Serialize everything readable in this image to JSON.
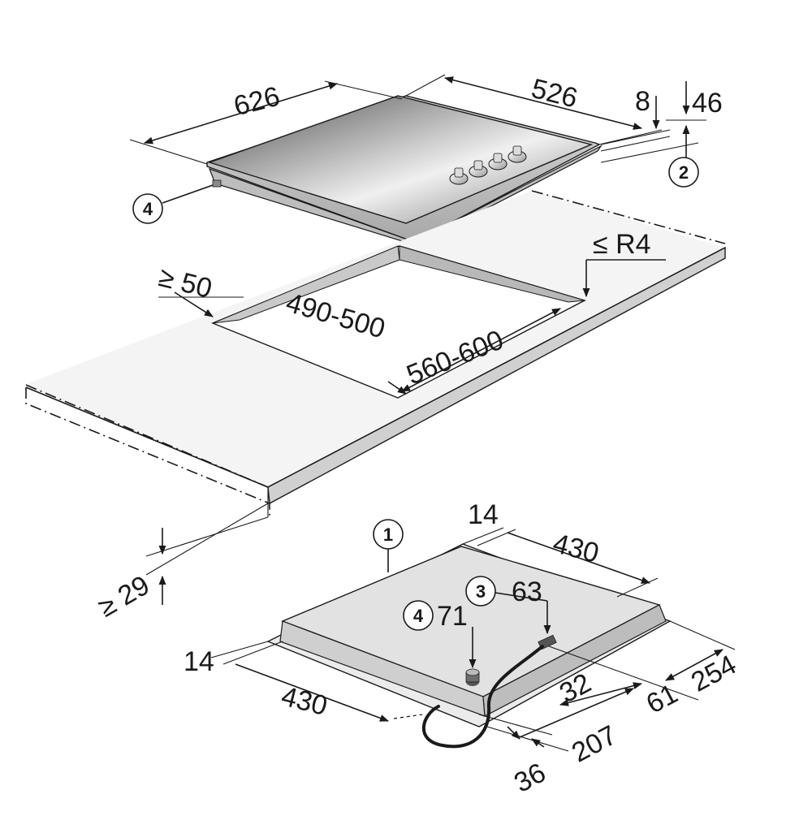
{
  "hob": {
    "width": "626",
    "depth": "526",
    "glass_thickness": "8",
    "height": "46"
  },
  "cutout": {
    "min_front_distance": "≥ 50",
    "corner_radius": "≤ R4",
    "width": "490-500",
    "depth": "560-600",
    "min_worktop_thickness": "≥ 29"
  },
  "underside": {
    "left_edge_offset": "14",
    "top_edge_offset": "14",
    "left_span": "430",
    "top_span": "430",
    "connector_3_offset": "63",
    "connector_4_offset": "71",
    "dim_32": "32",
    "dim_61": "61",
    "dim_254": "254",
    "dim_207": "207",
    "dim_36": "36"
  },
  "callouts": [
    "1",
    "2",
    "3",
    "4",
    "4"
  ]
}
